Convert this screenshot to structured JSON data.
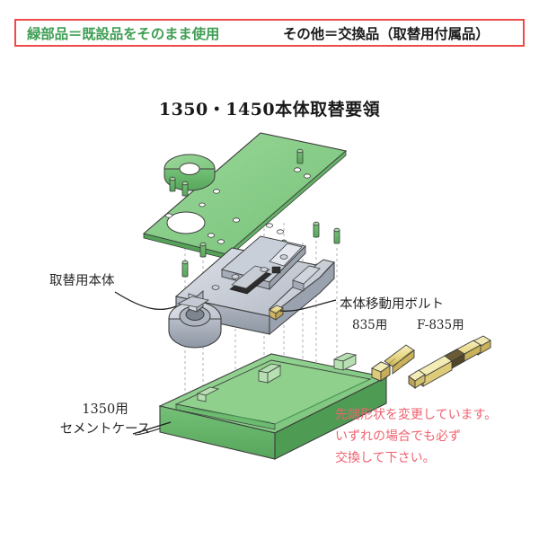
{
  "legend": {
    "green_note": "緑部品＝既設品をそのまま使用",
    "other_note": "その他＝交換品（取替用付属品）",
    "green_color": "#3f9e54",
    "border_color": "#ef4a4a"
  },
  "title": "1350・1450本体取替要領",
  "labels": {
    "replacement_body": "取替用本体",
    "cement_case_line1": "1350用",
    "cement_case_line2": "セメントケース",
    "moving_bolt": "本体移動用ボルト",
    "bolt_835": "835用",
    "bolt_f835": "F-835用"
  },
  "note": {
    "line1": "先端形状を変更しています。",
    "line2": "いずれの場合でも必ず",
    "line3": "交換して下さい。",
    "color": "#f0626f"
  },
  "colors": {
    "green_part_fill": "#7fca7f",
    "green_part_light": "#a9dda4",
    "green_part_dark": "#58a95c",
    "gray_part_fill": "#b9bfc9",
    "gray_part_light": "#d4d9e1",
    "gray_part_dark": "#8d95a2",
    "brass_fill": "#ead98a",
    "brass_light": "#f4ecb8",
    "brass_dark": "#c9b25a",
    "outline": "#3d3d3d"
  },
  "parts": [
    {
      "name": "cover-plate",
      "material": "existing",
      "color": "green"
    },
    {
      "name": "round-washer",
      "material": "existing",
      "color": "green"
    },
    {
      "name": "cover-screws",
      "material": "existing",
      "color": "green"
    },
    {
      "name": "door-closer-body",
      "material": "replacement",
      "color": "gray"
    },
    {
      "name": "cement-case",
      "material": "existing",
      "color": "green"
    },
    {
      "name": "moving-bolt-835",
      "material": "replacement",
      "color": "brass"
    },
    {
      "name": "moving-bolt-f835",
      "material": "replacement",
      "color": "brass"
    }
  ]
}
